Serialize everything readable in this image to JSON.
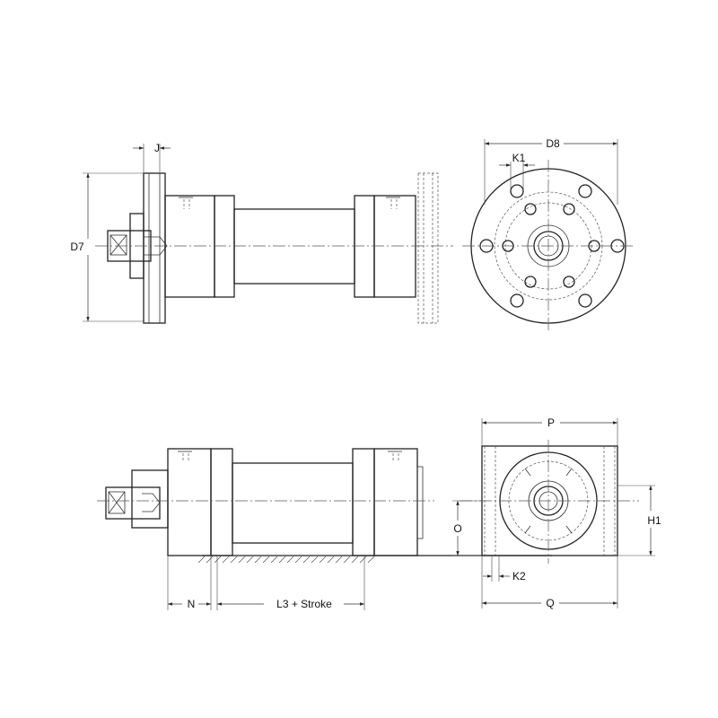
{
  "dimensions": {
    "J": "J",
    "D7": "D7",
    "D8": "D8",
    "K1": "K1",
    "P": "P",
    "O": "O",
    "H1": "H1",
    "K2": "K2",
    "N": "N",
    "L3_stroke": "L3 + Stroke",
    "Q": "Q"
  }
}
